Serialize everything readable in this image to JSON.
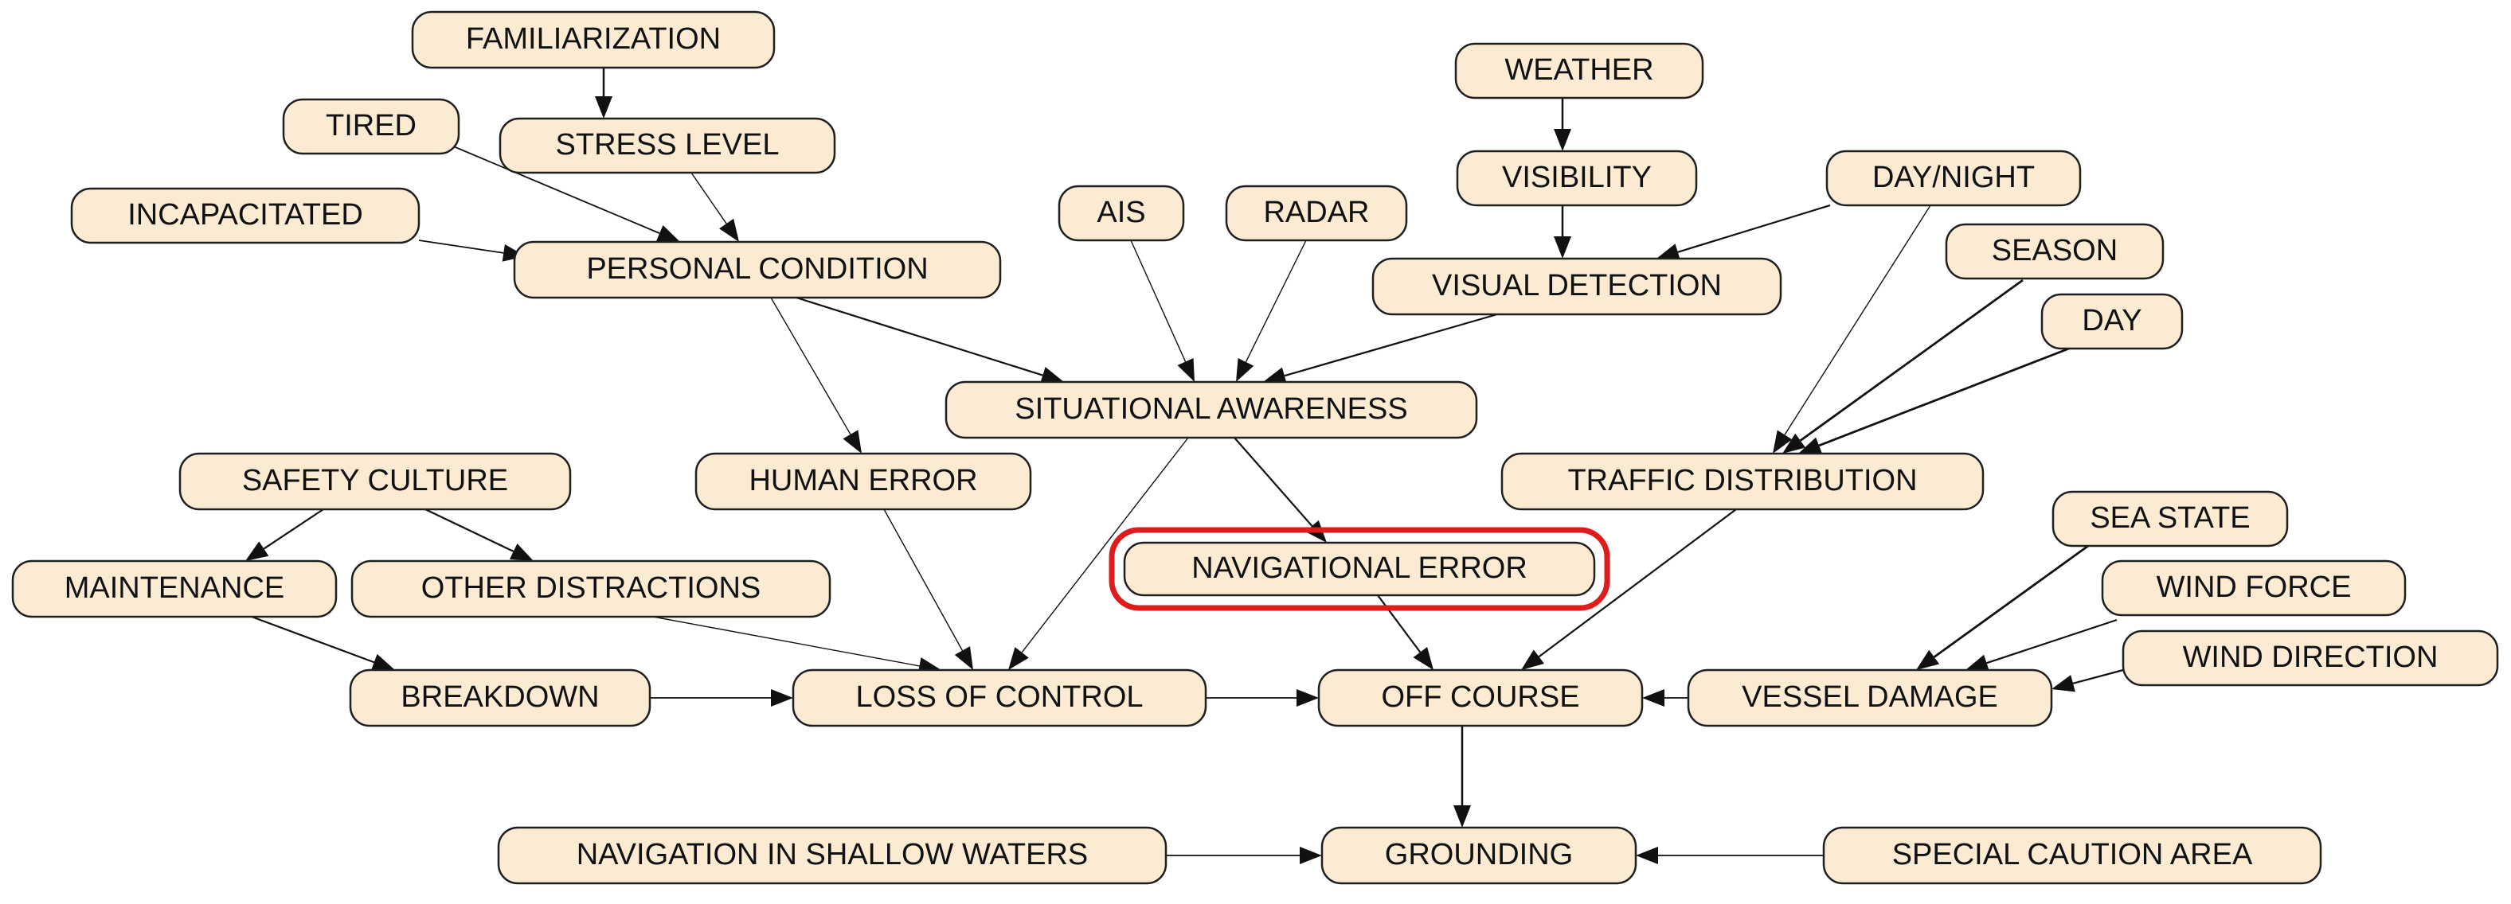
{
  "diagram": {
    "nodes": [
      {
        "id": "familiarization",
        "label": "FAMILIARIZATION"
      },
      {
        "id": "tired",
        "label": "TIRED"
      },
      {
        "id": "stress_level",
        "label": "STRESS LEVEL"
      },
      {
        "id": "incapacitated",
        "label": "INCAPACITATED"
      },
      {
        "id": "personal_condition",
        "label": "PERSONAL CONDITION"
      },
      {
        "id": "ais",
        "label": "AIS"
      },
      {
        "id": "radar",
        "label": "RADAR"
      },
      {
        "id": "weather",
        "label": "WEATHER"
      },
      {
        "id": "visibility",
        "label": "VISIBILITY"
      },
      {
        "id": "day_night",
        "label": "DAY/NIGHT"
      },
      {
        "id": "visual_detection",
        "label": "VISUAL DETECTION"
      },
      {
        "id": "season",
        "label": "SEASON"
      },
      {
        "id": "day",
        "label": "DAY"
      },
      {
        "id": "situational_awareness",
        "label": "SITUATIONAL AWARENESS"
      },
      {
        "id": "safety_culture",
        "label": "SAFETY CULTURE"
      },
      {
        "id": "human_error",
        "label": "HUMAN ERROR"
      },
      {
        "id": "traffic_distribution",
        "label": "TRAFFIC DISTRIBUTION"
      },
      {
        "id": "maintenance",
        "label": "MAINTENANCE"
      },
      {
        "id": "other_distractions",
        "label": "OTHER  DISTRACTIONS"
      },
      {
        "id": "navigational_error",
        "label": "NAVIGATIONAL ERROR"
      },
      {
        "id": "sea_state",
        "label": "SEA STATE"
      },
      {
        "id": "wind_force",
        "label": "WIND FORCE"
      },
      {
        "id": "wind_direction",
        "label": "WIND DIRECTION"
      },
      {
        "id": "breakdown",
        "label": "BREAKDOWN"
      },
      {
        "id": "loss_of_control",
        "label": "LOSS OF CONTROL"
      },
      {
        "id": "off_course",
        "label": "OFF COURSE"
      },
      {
        "id": "vessel_damage",
        "label": "VESSEL DAMAGE"
      },
      {
        "id": "navigation_shallow",
        "label": "NAVIGATION IN SHALLOW WATERS"
      },
      {
        "id": "grounding",
        "label": "GROUNDING"
      },
      {
        "id": "special_caution",
        "label": "SPECIAL CAUTION AREA"
      }
    ],
    "edges": [
      {
        "from": "familiarization",
        "to": "stress_level"
      },
      {
        "from": "stress_level",
        "to": "personal_condition"
      },
      {
        "from": "tired",
        "to": "personal_condition"
      },
      {
        "from": "incapacitated",
        "to": "personal_condition"
      },
      {
        "from": "personal_condition",
        "to": "situational_awareness"
      },
      {
        "from": "personal_condition",
        "to": "human_error"
      },
      {
        "from": "ais",
        "to": "situational_awareness"
      },
      {
        "from": "radar",
        "to": "situational_awareness"
      },
      {
        "from": "weather",
        "to": "visibility"
      },
      {
        "from": "visibility",
        "to": "visual_detection"
      },
      {
        "from": "day_night",
        "to": "visual_detection"
      },
      {
        "from": "day_night",
        "to": "traffic_distribution"
      },
      {
        "from": "visual_detection",
        "to": "situational_awareness"
      },
      {
        "from": "season",
        "to": "traffic_distribution"
      },
      {
        "from": "day",
        "to": "traffic_distribution"
      },
      {
        "from": "situational_awareness",
        "to": "navigational_error"
      },
      {
        "from": "situational_awareness",
        "to": "loss_of_control"
      },
      {
        "from": "safety_culture",
        "to": "maintenance"
      },
      {
        "from": "safety_culture",
        "to": "other_distractions"
      },
      {
        "from": "maintenance",
        "to": "breakdown"
      },
      {
        "from": "other_distractions",
        "to": "loss_of_control"
      },
      {
        "from": "human_error",
        "to": "loss_of_control"
      },
      {
        "from": "breakdown",
        "to": "loss_of_control"
      },
      {
        "from": "loss_of_control",
        "to": "off_course"
      },
      {
        "from": "navigational_error",
        "to": "off_course"
      },
      {
        "from": "traffic_distribution",
        "to": "off_course"
      },
      {
        "from": "vessel_damage",
        "to": "off_course"
      },
      {
        "from": "sea_state",
        "to": "vessel_damage"
      },
      {
        "from": "wind_force",
        "to": "vessel_damage"
      },
      {
        "from": "wind_direction",
        "to": "vessel_damage"
      },
      {
        "from": "off_course",
        "to": "grounding"
      },
      {
        "from": "navigation_shallow",
        "to": "grounding"
      },
      {
        "from": "special_caution",
        "to": "grounding"
      }
    ],
    "highlighted_node": "navigational_error",
    "colors": {
      "node_fill": "#fbebd3",
      "node_stroke": "#1f1f1f",
      "edge": "#111111",
      "highlight": "#e01b1b"
    }
  }
}
